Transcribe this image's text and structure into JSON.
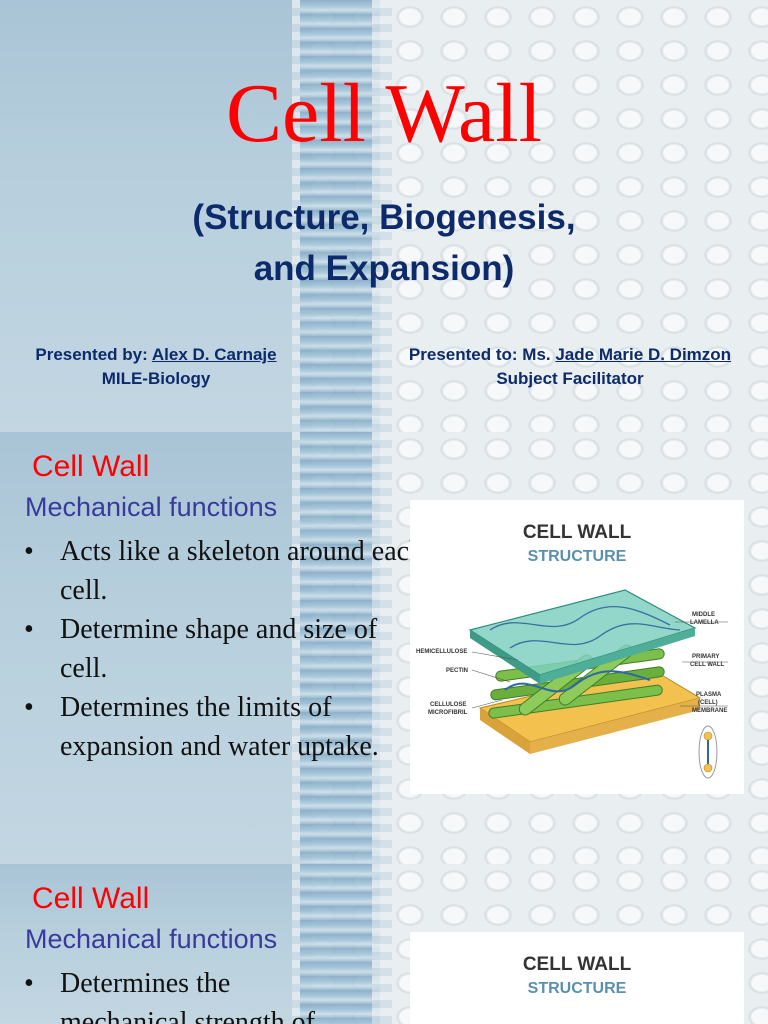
{
  "slide1": {
    "title": "Cell Wall",
    "subtitle_line1": "(Structure, Biogenesis,",
    "subtitle_line2": "and Expansion)",
    "presented_by_label": "Presented by: ",
    "presenter_name": "Alex D. Carnaje",
    "presenter_program": "MILE-Biology",
    "presented_to_label": "Presented to: Ms. ",
    "facilitator_name": "Jade Marie D. Dimzon",
    "facilitator_role": "Subject Facilitator"
  },
  "slide2": {
    "heading": "Cell Wall",
    "subheading": "Mechanical functions",
    "bullets": [
      "Acts like a skeleton around each cell.",
      "Determine shape and size of cell.",
      "Determines the limits of expansion and water uptake."
    ],
    "diagram": {
      "title": "CELL WALL",
      "subtitle": "STRUCTURE",
      "labels_left": [
        "HEMICELLULOSE",
        "PECTIN",
        "CELLULOSE",
        "MICROFIBRIL"
      ],
      "labels_right": [
        "MIDDLE",
        "LAMELLA",
        "PRIMARY",
        "CELL WALL",
        "PLASMA",
        "(CELL)",
        "MEMBRANE"
      ]
    }
  },
  "slide3": {
    "heading": "Cell Wall",
    "subheading": "Mechanical functions",
    "bullets": [
      "Determines the",
      "mechanical strength of"
    ],
    "diagram": {
      "title": "CELL WALL",
      "subtitle": "STRUCTURE"
    }
  },
  "colors": {
    "title_red": "#ff0000",
    "navy": "#0d2a6b",
    "subheading_blue": "#3a3a9c"
  }
}
